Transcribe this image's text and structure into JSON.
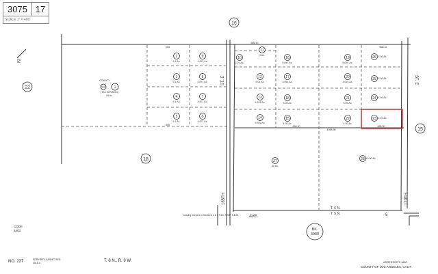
{
  "header": {
    "book": "3075",
    "page": "17",
    "scale": "SCALE 1\" = 400'"
  },
  "neighbors": {
    "north": "16",
    "west": "22",
    "east": "15",
    "south_west": "18"
  },
  "north_label": "N",
  "code": {
    "label": "CODE",
    "value": "4683"
  },
  "county_parcel": {
    "owner": "COUNTY",
    "ref": "903",
    "number": "1",
    "note": "(TAX DIVISION)",
    "area": "40 Ac."
  },
  "parcels": [
    {
      "number": "2",
      "area": "5.1 Ac."
    },
    {
      "number": "9",
      "area": "4.871 Ac."
    },
    {
      "number": "3",
      "area": "5.1 Ac."
    },
    {
      "number": "8",
      "area": "4.871 Ac."
    },
    {
      "number": "4",
      "area": "5.1 Ac."
    },
    {
      "number": "7",
      "area": "4.871 Ac."
    },
    {
      "number": "5",
      "area": "5.1 Ac."
    },
    {
      "number": "6",
      "area": "4.871 Ac."
    },
    {
      "number": "10",
      "area": "2.01 Ac."
    },
    {
      "number": "11",
      "area": "2 Ac."
    },
    {
      "number": "12",
      "area": "5.01 Ac."
    },
    {
      "number": "13",
      "area": "5.101 Ac."
    },
    {
      "number": "14",
      "area": "5.101 Ac."
    },
    {
      "number": "16",
      "area": "5.047 Ac."
    },
    {
      "number": "17",
      "area": "5.051 Ac."
    },
    {
      "number": "18",
      "area": "5.05 Ac."
    },
    {
      "number": "15",
      "area": "4.92 Ac."
    },
    {
      "number": "19",
      "area": "5.051 Ac."
    },
    {
      "number": "20",
      "area": "5.051 Ac."
    },
    {
      "number": "21",
      "area": "5.05 Ac."
    },
    {
      "number": "22",
      "area": "4.92 Ac."
    },
    {
      "number": "26",
      "area": "5.05 Ac."
    },
    {
      "number": "25",
      "area": "5.05 Ac."
    },
    {
      "number": "24",
      "area": "5.05 Ac."
    },
    {
      "number": "23",
      "area": "4.92 Ac."
    },
    {
      "number": "27",
      "area": "40 Ac."
    },
    {
      "number": "28",
      "area": "40.00 Ac."
    }
  ],
  "dimensions": {
    "top_left": "655",
    "bottom_left": "655",
    "top_right": "666.30",
    "mid_right": "666.32",
    "bottom_mid": "666.30",
    "bottom_long": "1998.96",
    "bottom_right": "666.30"
  },
  "streets": {
    "st_e": "ST. E",
    "st_e_right": "ST. E",
    "street_185": "185TH",
    "street_170": "170TH",
    "ave": "AVE."
  },
  "township": {
    "north": "T. 6 N.",
    "south": "T. 5 N.",
    "section": "5"
  },
  "closing": "Closing Corners to Sections 4 & 5 T.5N. R.9W. S.B.M.",
  "bk": {
    "label": "BK.",
    "value": "3080"
  },
  "footer": {
    "no": "NO. 227",
    "prev": "FOR PREV. ASSM'T SEE:",
    "prev_ref": "3015-4",
    "township": "T. 6 N., R. 9 W.",
    "title": "ASSESSOR'S MAP",
    "county": "COUNTY OF LOS ANGELES, CALIF."
  },
  "highlight_color": "#d0312d"
}
